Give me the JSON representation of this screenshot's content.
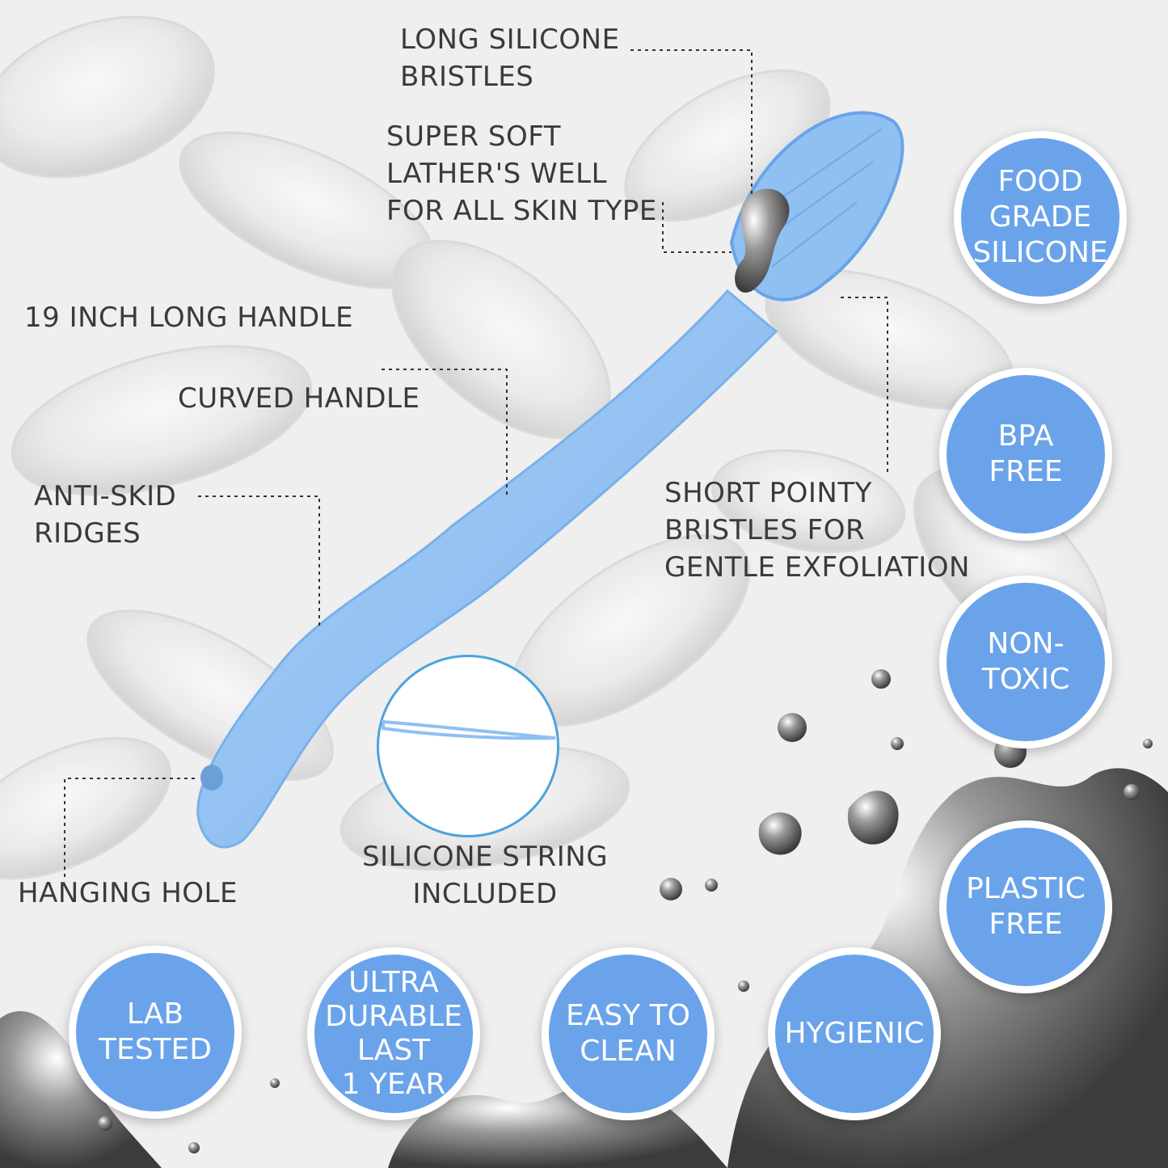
{
  "callouts": {
    "long_bristles": [
      "LONG SILICONE",
      "BRISTLES"
    ],
    "super_soft": [
      "SUPER SOFT",
      "LATHER'S WELL",
      "FOR ALL SKIN TYPE"
    ],
    "long_handle": "19 INCH LONG HANDLE",
    "curved_handle": "CURVED HANDLE",
    "anti_skid": [
      "ANTI-SKID",
      "RIDGES"
    ],
    "short_bristles": [
      "SHORT POINTY",
      "BRISTLES FOR",
      "GENTLE EXFOLIATION"
    ],
    "hanging_hole": "HANGING HOLE",
    "string": [
      "SILICONE STRING",
      "INCLUDED"
    ]
  },
  "badges": {
    "food_grade": [
      "FOOD",
      "GRADE",
      "SILICONE"
    ],
    "bpa_free": [
      "BPA",
      "FREE"
    ],
    "non_toxic": [
      "NON-",
      "TOXIC"
    ],
    "plastic_free": [
      "PLASTIC",
      "FREE"
    ],
    "lab_tested": [
      "LAB",
      "TESTED"
    ],
    "ultra_durable": [
      "ULTRA",
      "DURABLE",
      "LAST",
      "1 YEAR"
    ],
    "easy_clean": [
      "EASY TO",
      "CLEAN"
    ],
    "hygienic": [
      "HYGIENIC"
    ]
  },
  "colors": {
    "badge_fill": "#6aa3ea",
    "brush_blue": "#8fc0f2",
    "text": "#3a3a3a"
  },
  "icons": {
    "brush": "silicone-back-brush-icon",
    "string": "silicone-string-icon"
  }
}
